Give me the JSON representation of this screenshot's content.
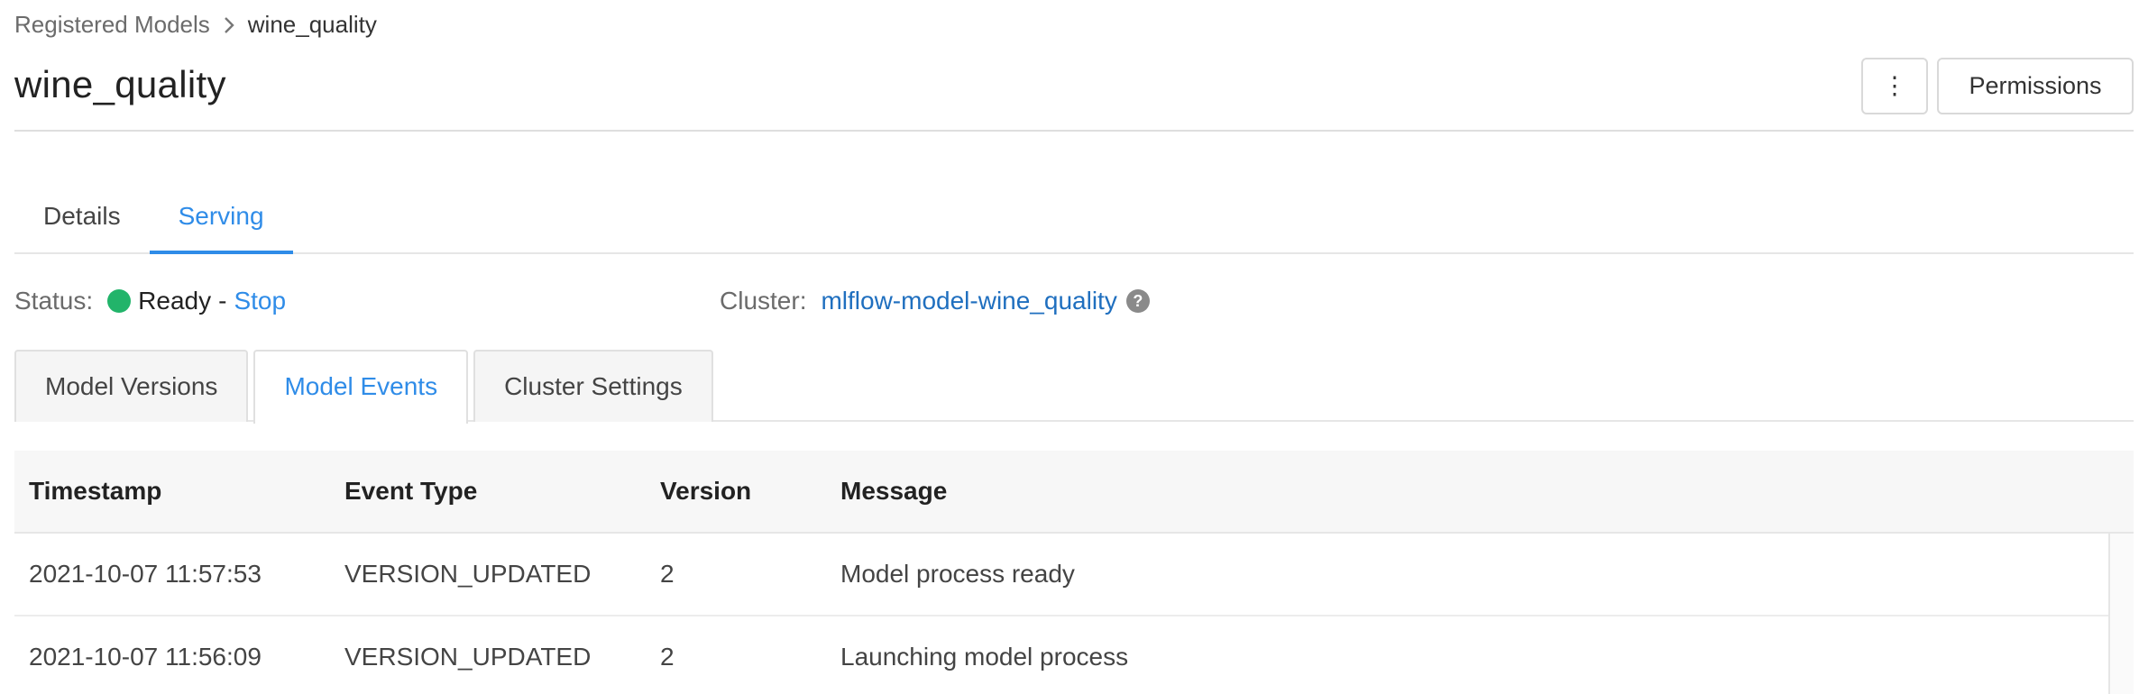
{
  "breadcrumb": {
    "parent": "Registered Models",
    "current": "wine_quality"
  },
  "page": {
    "title": "wine_quality"
  },
  "header_actions": {
    "more_glyph": "⋮",
    "permissions_label": "Permissions"
  },
  "tabs": [
    {
      "label": "Details",
      "active": false
    },
    {
      "label": "Serving",
      "active": true
    }
  ],
  "status": {
    "label": "Status:",
    "value": "Ready",
    "separator": "-",
    "action": "Stop",
    "color": "#22b46a"
  },
  "cluster": {
    "label": "Cluster:",
    "name": "mlflow-model-wine_quality",
    "help_glyph": "?"
  },
  "subtabs": [
    {
      "label": "Model Versions",
      "active": false
    },
    {
      "label": "Model Events",
      "active": true
    },
    {
      "label": "Cluster Settings",
      "active": false
    }
  ],
  "table": {
    "columns": [
      "Timestamp",
      "Event Type",
      "Version",
      "Message"
    ],
    "rows": [
      {
        "timestamp": "2021-10-07 11:57:53",
        "event_type": "VERSION_UPDATED",
        "version": "2",
        "message": "Model process ready"
      },
      {
        "timestamp": "2021-10-07 11:56:09",
        "event_type": "VERSION_UPDATED",
        "version": "2",
        "message": "Launching model process"
      }
    ]
  },
  "colors": {
    "accent": "#2f8ce8",
    "link": "#1f6fbf",
    "ready": "#22b46a"
  }
}
